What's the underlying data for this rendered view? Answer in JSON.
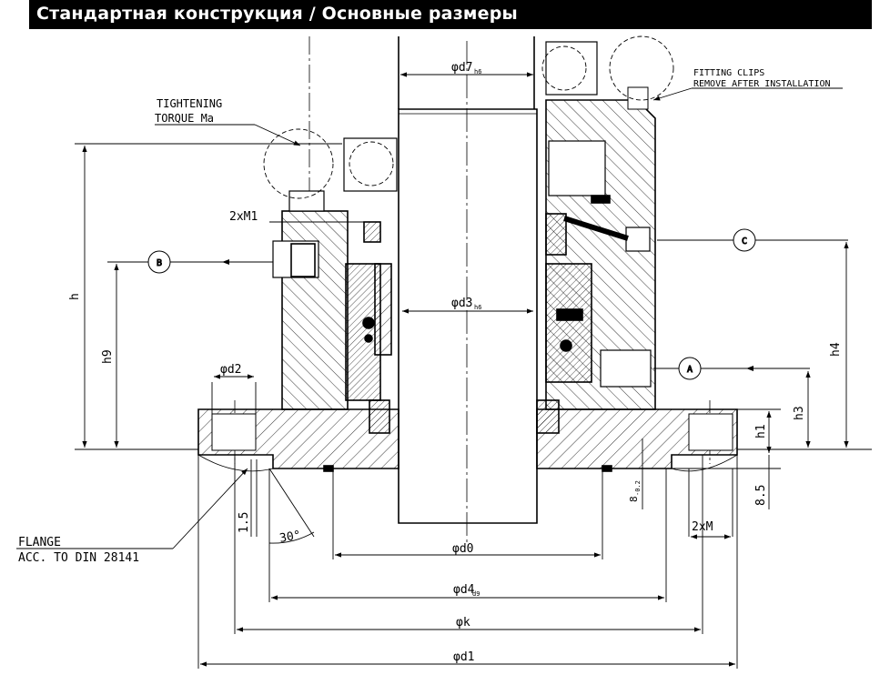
{
  "header": {
    "title": "Стандартная конструкция / Основные размеры"
  },
  "labels": {
    "tightening_line1": "TIGHTENING",
    "tightening_line2": "TORQUE  Ma",
    "fitting_line1": "FITTING CLIPS",
    "fitting_line2": "REMOVE AFTER INSTALLATION",
    "flange_line1": "FLANGE",
    "flange_line2": "ACC. TO DIN 28141",
    "m1": "2xM1",
    "m": "2xM",
    "angle": "30°"
  },
  "dimensions": {
    "d7": "φd7",
    "d7_sub": "h6",
    "d3": "φd3",
    "d3_sub": "h6",
    "d2": "φd2",
    "d0": "φd0",
    "d4": "φd4",
    "d4_sub": "d9",
    "k": "φk",
    "d1": "φd1",
    "h": "h",
    "h9": "h9",
    "h4": "h4",
    "h3": "h3",
    "h1": "h1",
    "v85": "8.5",
    "v15": "1.5",
    "v8": "8",
    "v8_sub": "-0.2"
  },
  "ports": {
    "a": "A",
    "b": "B",
    "c": "C"
  }
}
